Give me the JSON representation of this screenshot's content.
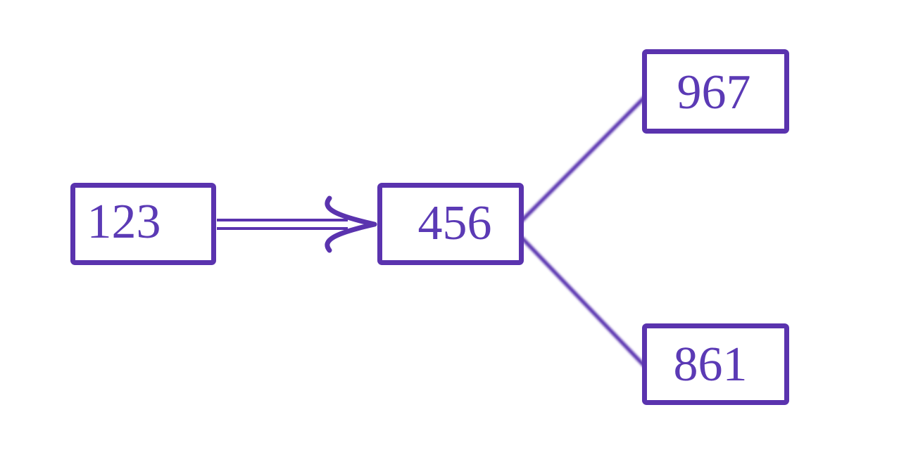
{
  "diagram": {
    "type": "flow-diagram",
    "background": "#ffffff",
    "colors": {
      "primary": "#5a33ae",
      "text": "#5b3ab5",
      "line": "#5a36b0",
      "node_fill": "#ffffff"
    },
    "nodes": [
      {
        "id": "n1",
        "label": "123"
      },
      {
        "id": "n2",
        "label": "456"
      },
      {
        "id": "n3",
        "label": "967"
      },
      {
        "id": "n4",
        "label": "861"
      }
    ],
    "edges": [
      {
        "from": "123",
        "to": "456",
        "style": "double-line-shaft",
        "arrowhead": "open-curved"
      },
      {
        "from": "456",
        "to": "967",
        "style": "solid-soft-blur",
        "arrowhead": "none"
      },
      {
        "from": "456",
        "to": "861",
        "style": "solid-soft-blur",
        "arrowhead": "none"
      }
    ]
  }
}
